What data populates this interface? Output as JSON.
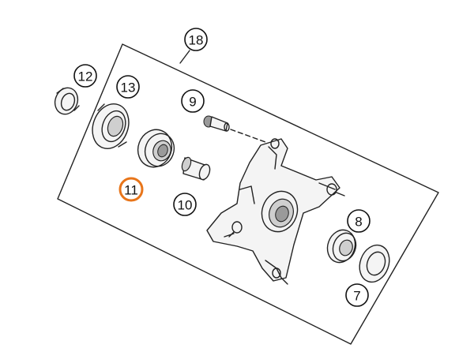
{
  "diagram": {
    "highlight_color": "#e8751a",
    "callouts": [
      {
        "id": "18",
        "label": "18",
        "highlight": false
      },
      {
        "id": "12",
        "label": "12",
        "highlight": false
      },
      {
        "id": "13",
        "label": "13",
        "highlight": false
      },
      {
        "id": "9",
        "label": "9",
        "highlight": false
      },
      {
        "id": "11",
        "label": "11",
        "highlight": true
      },
      {
        "id": "10",
        "label": "10",
        "highlight": false
      },
      {
        "id": "8",
        "label": "8",
        "highlight": false
      },
      {
        "id": "7",
        "label": "7",
        "highlight": false
      }
    ]
  }
}
